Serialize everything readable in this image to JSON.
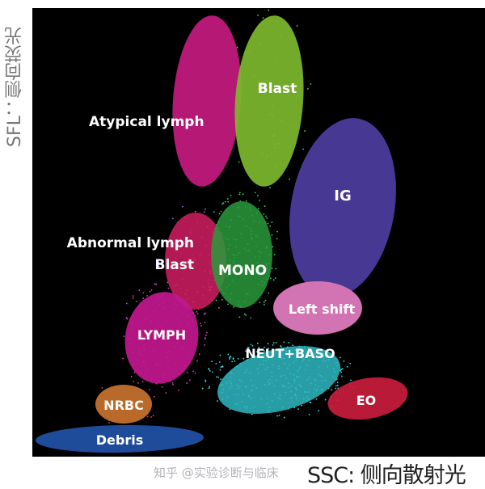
{
  "axes": {
    "y_label": "SFL：侧向荧光",
    "x_label": "SSC: 侧向散射光"
  },
  "watermark": "知乎 @实验诊断与临床",
  "background": "#000000",
  "populations": [
    {
      "label": "Atypical lymph",
      "color": "#c41a7f"
    },
    {
      "label": "Blast",
      "color": "#7db82e"
    },
    {
      "label": "IG",
      "color": "#4b3b9c"
    },
    {
      "label": "Abnormal lymph",
      "label2": "Blast",
      "color": "#d21d62"
    },
    {
      "label": "MONO",
      "color": "#2a9a3c"
    },
    {
      "label": "Left shift",
      "color": "#d273b3"
    },
    {
      "label": "LYMPH",
      "color": "#c2188e"
    },
    {
      "label": "NEUT+BASO",
      "color": "#2fb8c2"
    },
    {
      "label": "EO",
      "color": "#c91c3c"
    },
    {
      "label": "NRBC",
      "color": "#b96a2a"
    },
    {
      "label": "Debris",
      "color": "#1f4c9a"
    }
  ]
}
